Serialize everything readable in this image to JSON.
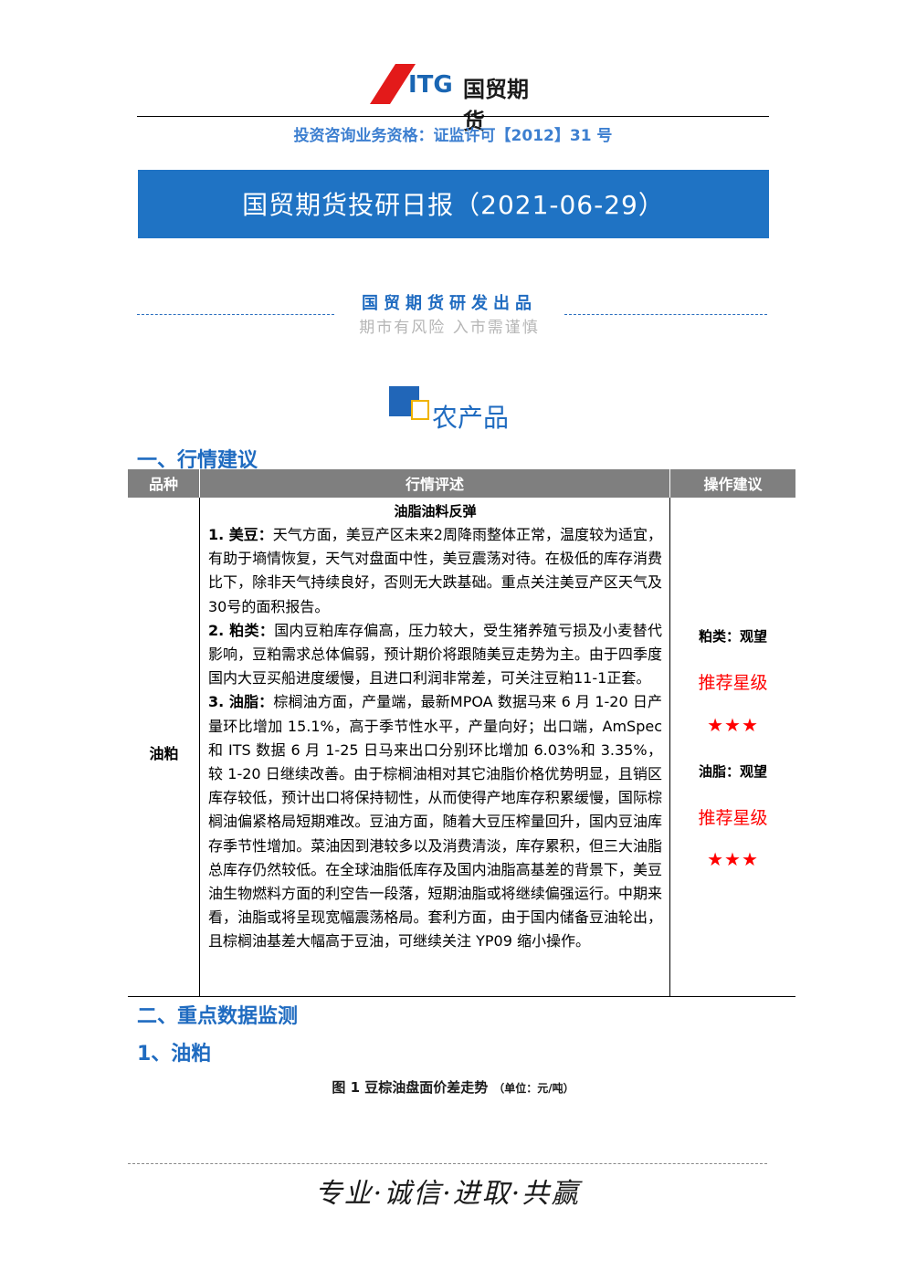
{
  "header": {
    "logo_text": "ITG",
    "logo_cn": "国贸期货",
    "license": "投资咨询业务资格：证监许可【2012】31 号",
    "report_title": "国贸期货投研日报（2021-06-29）",
    "produce": "国贸期货研发出品",
    "risk_warning": "期市有风险 入市需谨慎"
  },
  "section": {
    "title": "农产品",
    "market_heading": "一、行情建议",
    "monitor_heading": "二、重点数据监测",
    "oil_heading": "1、油粕"
  },
  "table": {
    "headers": [
      "品种",
      "行情评述",
      "操作建议"
    ],
    "variety": "油粕",
    "subtitle": "油脂油料反弹",
    "p1_label": "1. 美豆：",
    "p1_text": "天气方面，美豆产区未来2周降雨整体正常，温度较为适宜，有助于墒情恢复，天气对盘面中性，美豆震荡对待。在极低的库存消费比下，除非天气持续良好，否则无大跌基础。重点关注美豆产区天气及30号的面积报告。",
    "p2_label": "2. 粕类：",
    "p2_text": "国内豆粕库存偏高，压力较大，受生猪养殖亏损及小麦替代影响，豆粕需求总体偏弱，预计期价将跟随美豆走势为主。由于四季度国内大豆买船进度缓慢，且进口利润非常差，可关注豆粕11-1正套。",
    "p3_label": "3. 油脂：",
    "p3_text": "棕榈油方面，产量端，最新MPOA 数据马来 6 月 1-20 日产量环比增加 15.1%，高于季节性水平，产量向好；出口端，AmSpec 和 ITS 数据 6 月 1-25 日马来出口分别环比增加 6.03%和 3.35%，较 1-20 日继续改善。由于棕榈油相对其它油脂价格优势明显，且销区库存较低，预计出口将保持韧性，从而使得产地库存积累缓慢，国际棕榈油偏紧格局短期难改。豆油方面，随着大豆压榨量回升，国内豆油库存季节性增加。菜油因到港较多以及消费清淡，库存累积，但三大油脂总库存仍然较低。在全球油脂低库存及国内油脂高基差的背景下，美豆油生物燃料方面的利空告一段落，短期油脂或将继续偏强运行。中期来看，油脂或将呈现宽幅震荡格局。套利方面，由于国内储备豆油轮出，且棕榈油基差大幅高于豆油，可继续关注 YP09 缩小操作。",
    "action1": "粕类：观望",
    "star_label1": "推荐星级",
    "stars1": "★★★",
    "action2": "油脂：观望",
    "star_label2": "推荐星级",
    "stars2": "★★★"
  },
  "figure": {
    "caption": "图 1  豆棕油盘面价差走势",
    "unit": "（单位：元/吨）"
  },
  "footer": {
    "motto": "专业·诚信·进取·共赢"
  },
  "colors": {
    "brand_blue": "#1f73c4",
    "logo_red": "#e31a1a",
    "star_red": "#ff0000",
    "header_gray": "#7f7f7f"
  }
}
